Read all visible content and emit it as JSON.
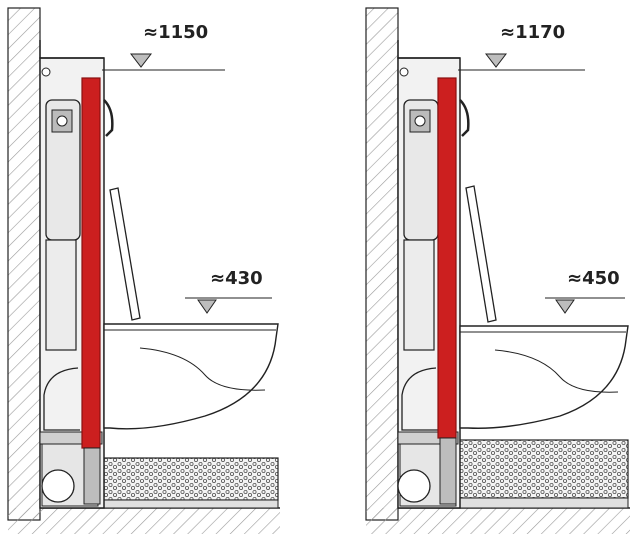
{
  "panels": [
    {
      "id": "left",
      "top_height_label": "≈1150",
      "seat_height_label": "≈430"
    },
    {
      "id": "right",
      "top_height_label": "≈1170",
      "seat_height_label": "≈450"
    }
  ],
  "colors": {
    "frame_red": "#cc1f1f",
    "frame_red_dark": "#8a1010",
    "outline": "#222222",
    "hatch": "#9a9a9a",
    "panel_grey": "#d9d9d9",
    "tank_grey": "#e8e8e8"
  },
  "icons": [
    "wall-hatch",
    "installation-frame",
    "cistern",
    "toilet-bowl",
    "toilet-seat-lid",
    "floor-screed",
    "drain-pipe",
    "level-marker-triangle"
  ]
}
